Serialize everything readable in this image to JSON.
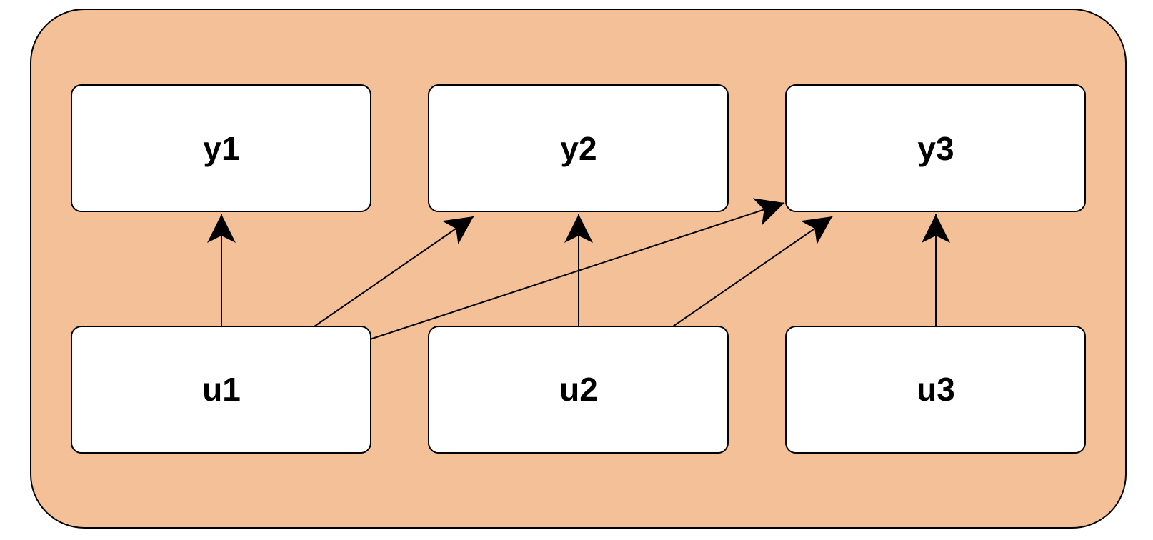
{
  "diagram": {
    "background_color": "#F4C098",
    "node_fill": "#FFFFFF",
    "stroke_color": "#000000",
    "nodes": {
      "y1": "y1",
      "y2": "y2",
      "y3": "y3",
      "u1": "u1",
      "u2": "u2",
      "u3": "u3"
    },
    "edges": [
      {
        "from": "u1",
        "to": "y1"
      },
      {
        "from": "u1",
        "to": "y2"
      },
      {
        "from": "u1",
        "to": "y3"
      },
      {
        "from": "u2",
        "to": "y2"
      },
      {
        "from": "u2",
        "to": "y3"
      },
      {
        "from": "u3",
        "to": "y3"
      }
    ]
  }
}
